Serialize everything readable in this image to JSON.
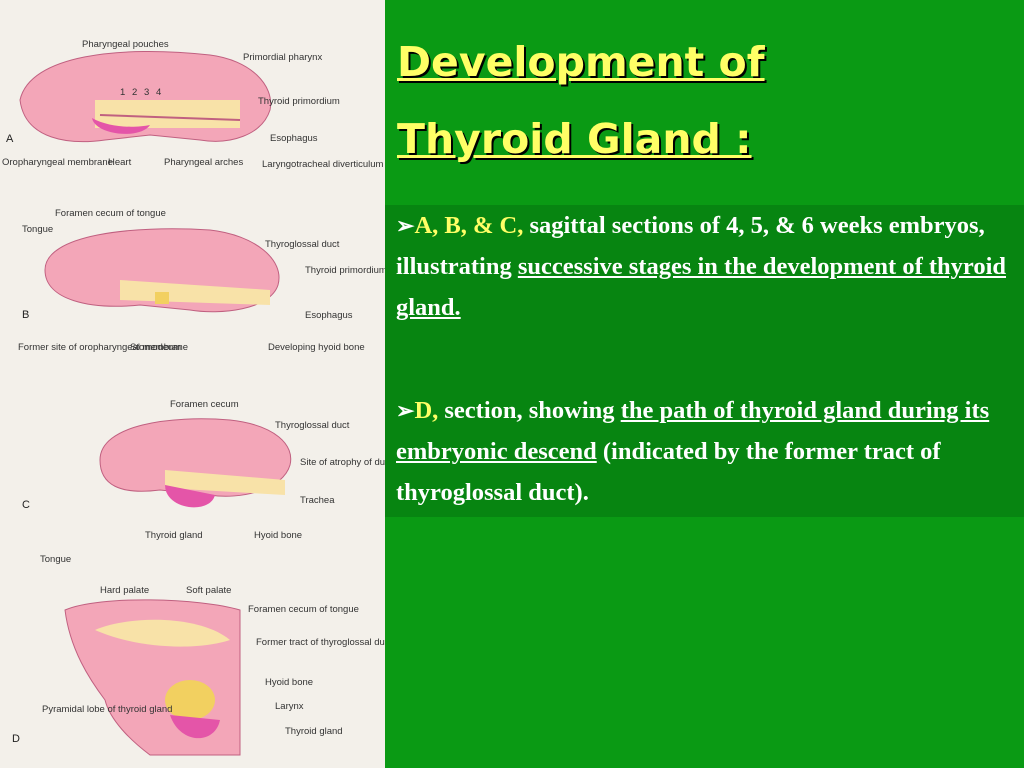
{
  "title": {
    "line1": "Development of",
    "line2": "Thyroid Gland :"
  },
  "bullets": [
    {
      "marker": "➢",
      "highlight": "A, B, & C,",
      "text1": " sagittal sections  of 4, 5, & 6 weeks embryos, illustrating ",
      "underlined": "successive stages in the development of thyroid gland.",
      "text2": ""
    },
    {
      "marker": "➢",
      "highlight": "D,",
      "text1": " section, showing ",
      "underlined": "the path of thyroid gland during its embryonic descend",
      "text2": " (indicated by the former tract of thyroglossal duct)."
    }
  ],
  "figure": {
    "panels": [
      "A",
      "B",
      "C",
      "D"
    ],
    "labels_a": [
      "Pharyngeal pouches",
      "Primordial pharynx",
      "Thyroid primordium",
      "Esophagus",
      "Laryngotracheal diverticulum",
      "Pharyngeal arches",
      "Heart",
      "Oropharyngeal membrane"
    ],
    "pouch_numbers": [
      "1",
      "2",
      "3",
      "4"
    ],
    "labels_b": [
      "Foramen cecum of tongue",
      "Tongue",
      "Thyroglossal duct",
      "Thyroid primordium",
      "Esophagus",
      "Developing hyoid bone",
      "Stomodeum",
      "Former site of oropharyngeal membrane"
    ],
    "labels_c": [
      "Foramen cecum",
      "Thyroglossal duct",
      "Site of atrophy of duct",
      "Trachea",
      "Hyoid bone",
      "Thyroid gland",
      "Tongue"
    ],
    "labels_d": [
      "Hard palate",
      "Soft palate",
      "Foramen cecum of tongue",
      "Former tract of thyroglossal duct",
      "Hyoid bone",
      "Larynx",
      "Thyroid gland",
      "Pyramidal lobe of thyroid gland"
    ]
  },
  "colors": {
    "background": "#0a9a14",
    "title": "#ffff66",
    "text": "#ffffff",
    "accent": "#ffff66"
  }
}
